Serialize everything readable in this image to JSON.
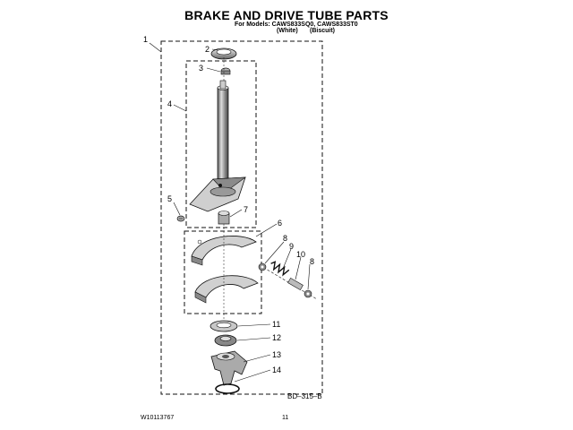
{
  "header": {
    "title": "BRAKE AND DRIVE TUBE PARTS",
    "models_line": "For Models: CAWS833SQ0, CAWS833ST0",
    "variant_white": "(White)",
    "variant_biscuit": "(Biscuit)"
  },
  "diagram": {
    "reference_code": "BD–315–B",
    "callouts": [
      "1",
      "2",
      "3",
      "4",
      "5",
      "6",
      "7",
      "8",
      "9",
      "10",
      "8",
      "11",
      "12",
      "13",
      "14"
    ]
  },
  "footer": {
    "doc_number": "W10113767",
    "page_number": "11"
  },
  "colors": {
    "ink": "#111111",
    "metal_dark": "#555555",
    "metal_mid": "#9a9a9a",
    "metal_light": "#d6d6d6"
  }
}
